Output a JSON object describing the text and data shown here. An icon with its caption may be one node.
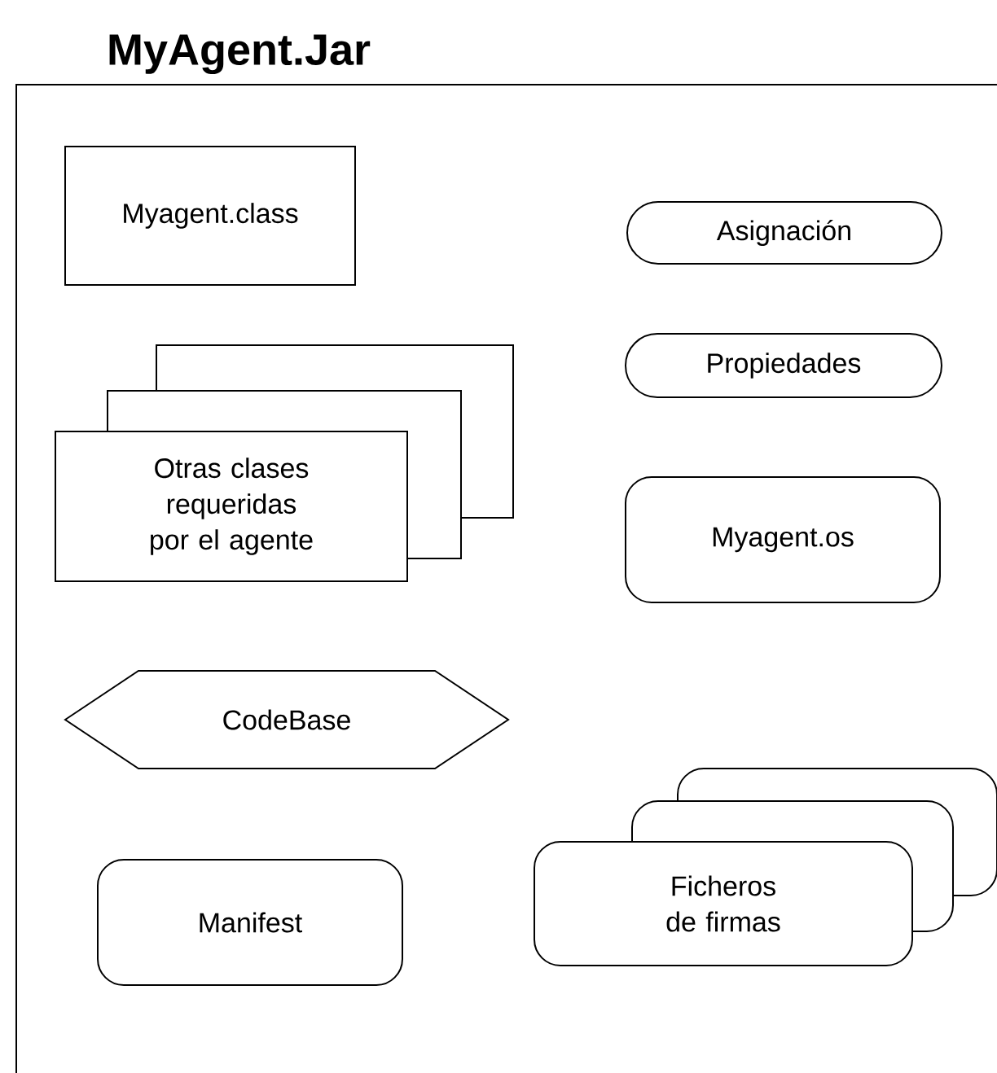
{
  "diagram": {
    "nodes": [
      {
        "text": [
          "MyAgent.Jar"
        ]
      },
      {
        "text": [
          "Myagent.class"
        ],
        "in": 0
      },
      {
        "text": [
          "Asignación"
        ],
        "in": 0
      },
      {
        "text": [
          "Propiedades"
        ],
        "in": 0
      },
      {
        "text": [
          "Otras clases requeridas por el agente"
        ],
        "in": 0
      },
      {
        "text": [
          "Myagent.os"
        ],
        "in": 0
      },
      {
        "text": [
          "CodeBase"
        ],
        "in": 0
      },
      {
        "text": [
          "Ficheros de firmas"
        ],
        "in": 0
      },
      {
        "text": [
          "Manifest"
        ],
        "in": 0
      }
    ]
  }
}
